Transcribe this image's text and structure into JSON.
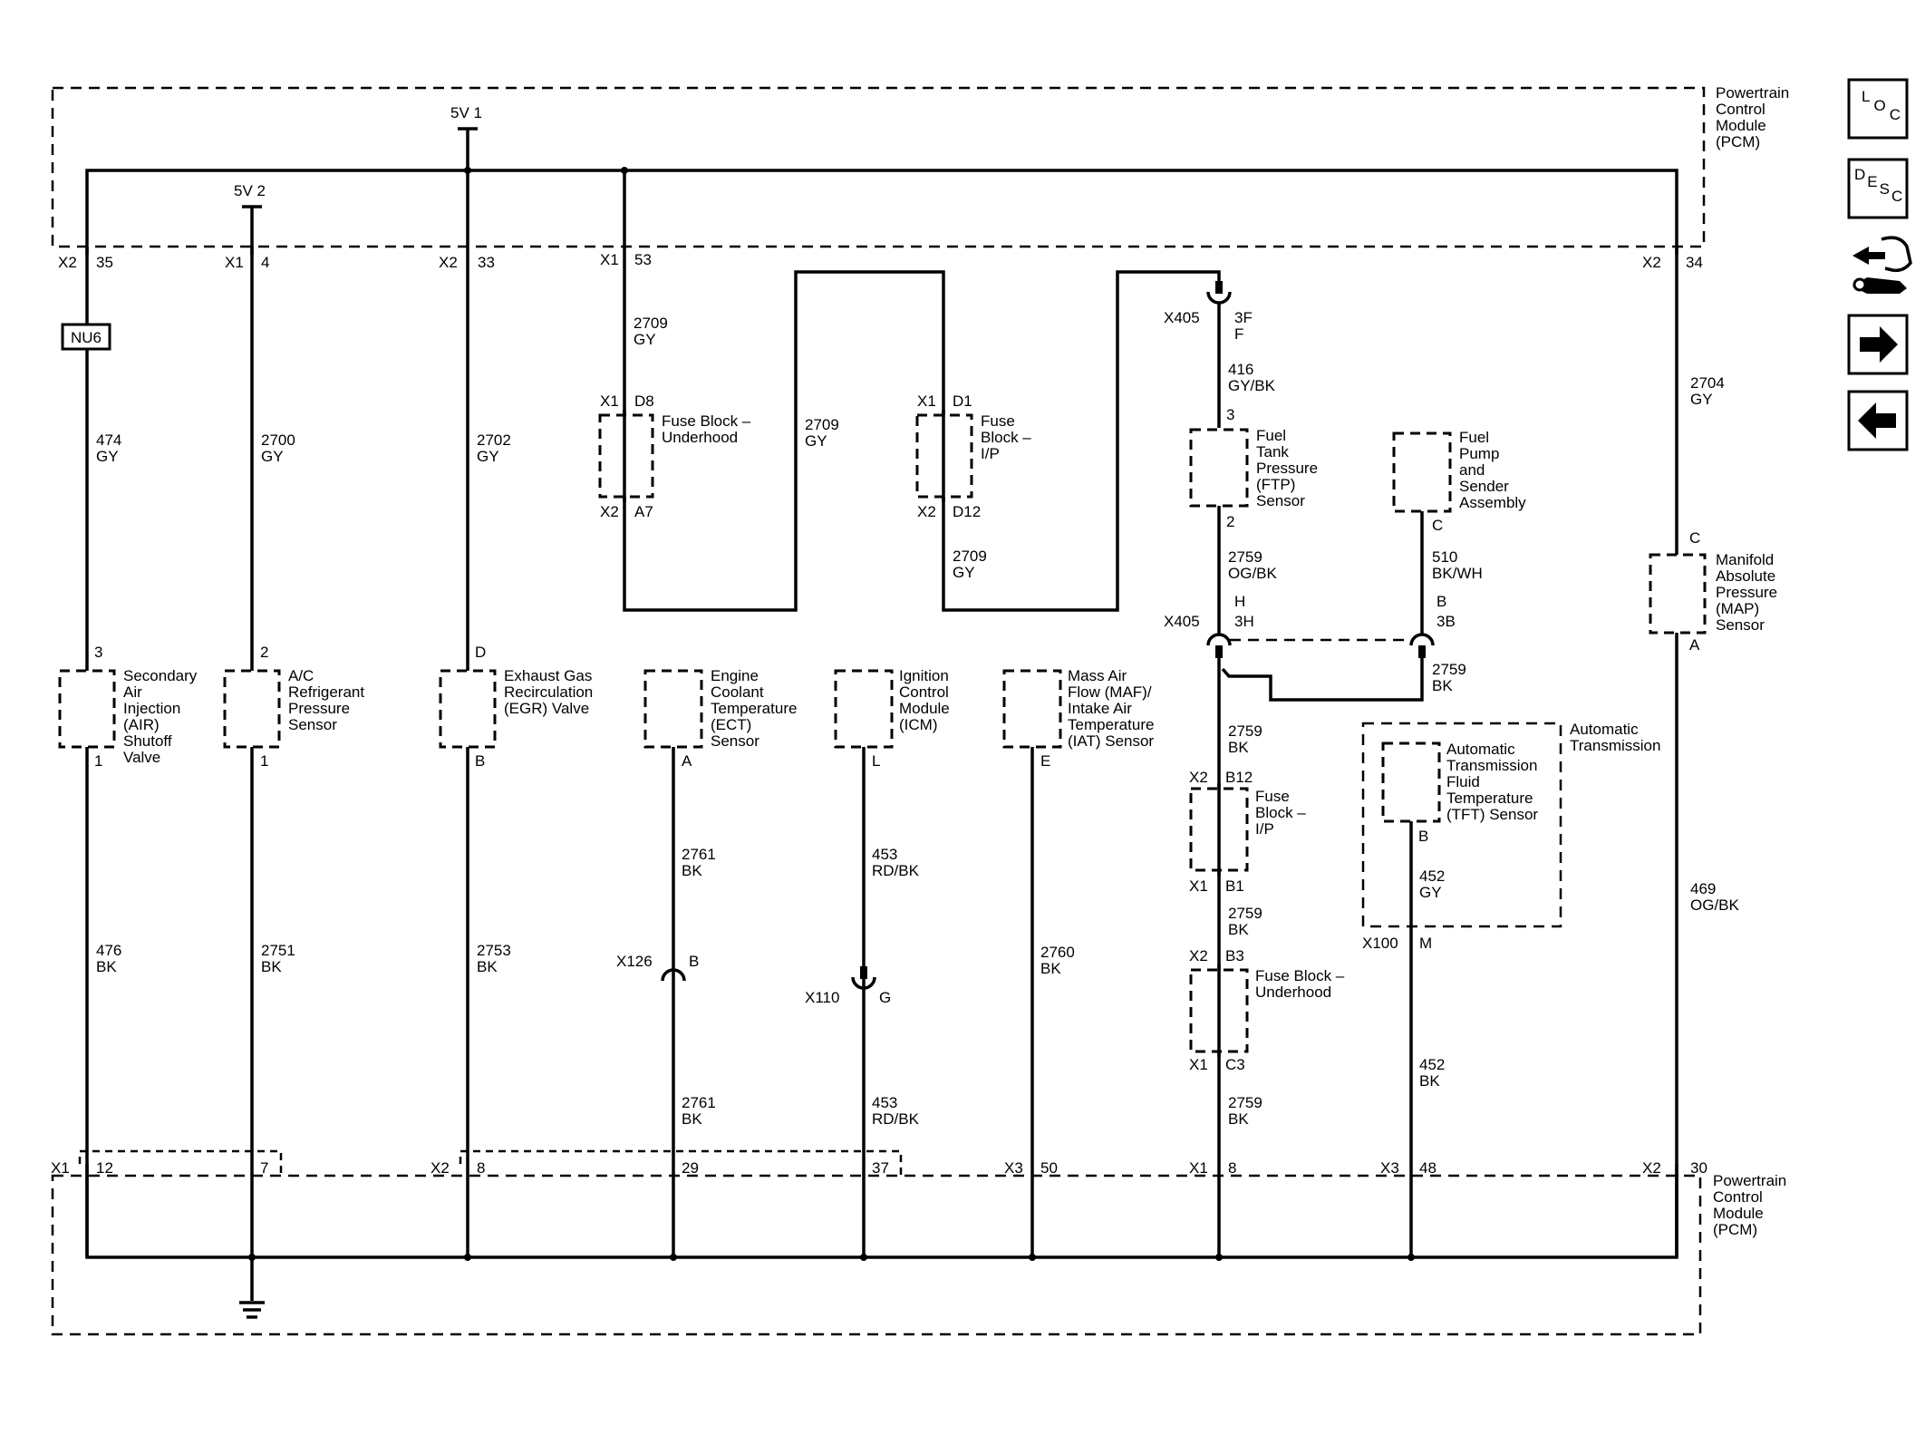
{
  "pcm_label": [
    "Powertrain",
    "Control",
    "Module",
    "(PCM)"
  ],
  "supplies": {
    "v5_1": "5V 1",
    "v5_2": "5V 2"
  },
  "top_pins": {
    "p35": [
      "X2",
      "35"
    ],
    "p4": [
      "X1",
      "4"
    ],
    "p33": [
      "X2",
      "33"
    ],
    "p53": [
      "X1",
      "53"
    ],
    "p34": [
      "X2",
      "34"
    ]
  },
  "bottom_pins": {
    "p12": [
      "X1",
      "12"
    ],
    "p7": [
      "7"
    ],
    "p8a": [
      "X2",
      "8"
    ],
    "p29": [
      "29"
    ],
    "p37": [
      "37"
    ],
    "p50": [
      "X3",
      "50"
    ],
    "p8b": [
      "X1",
      "8"
    ],
    "p48": [
      "X3",
      "48"
    ],
    "p30": [
      "X2",
      "30"
    ]
  },
  "option_box": "NU6",
  "wires": {
    "w474": [
      "474",
      "GY"
    ],
    "w2700": [
      "2700",
      "GY"
    ],
    "w2702": [
      "2702",
      "GY"
    ],
    "w2709a": [
      "2709",
      "GY"
    ],
    "w2709b": [
      "2709",
      "GY"
    ],
    "w2709c": [
      "2709",
      "GY"
    ],
    "w416": [
      "416",
      "GY/BK"
    ],
    "w2759a": [
      "2759",
      "OG/BK"
    ],
    "w510": [
      "510",
      "BK/WH"
    ],
    "w2704": [
      "2704",
      "GY"
    ],
    "w2759b": [
      "2759",
      "BK"
    ],
    "w2759c": [
      "2759",
      "BK"
    ],
    "w2759d": [
      "2759",
      "BK"
    ],
    "w2759e": [
      "2759",
      "BK"
    ],
    "w452a": [
      "452",
      "GY"
    ],
    "w476": [
      "476",
      "BK"
    ],
    "w2751": [
      "2751",
      "BK"
    ],
    "w2753": [
      "2753",
      "BK"
    ],
    "w2761a": [
      "2761",
      "BK"
    ],
    "w2761b": [
      "2761",
      "BK"
    ],
    "w453a": [
      "453",
      "RD/BK"
    ],
    "w453b": [
      "453",
      "RD/BK"
    ],
    "w2760": [
      "2760",
      "BK"
    ],
    "w452b": [
      "452",
      "BK"
    ],
    "w469": [
      "469",
      "OG/BK"
    ]
  },
  "fuse_blocks": {
    "uh1": {
      "label": [
        "Fuse Block –",
        "Underhood"
      ],
      "top": [
        "X1",
        "D8"
      ],
      "bottom": [
        "X2",
        "A7"
      ]
    },
    "ip1": {
      "label": [
        "Fuse",
        "Block –",
        "I/P"
      ],
      "top": [
        "X1",
        "D1"
      ],
      "bottom": [
        "X2",
        "D12"
      ]
    },
    "ip2": {
      "label": [
        "Fuse",
        "Block –",
        "I/P"
      ],
      "top": [
        "X2",
        "B12"
      ],
      "bottom": [
        "X1",
        "B1"
      ]
    },
    "uh2": {
      "label": [
        "Fuse Block –",
        "Underhood"
      ],
      "top": [
        "X2",
        "B3"
      ],
      "bottom": [
        "X1",
        "C3"
      ]
    }
  },
  "connectors": {
    "x405a": {
      "name": "X405",
      "pins": [
        "3F",
        "F"
      ]
    },
    "x405b": {
      "name": "X405",
      "left_pins": [
        "H",
        "3H"
      ],
      "right_pins": [
        "B",
        "3B"
      ]
    },
    "x126": {
      "name": "X126",
      "pin": "B"
    },
    "x110": {
      "name": "X110",
      "pin": "G"
    },
    "x100": {
      "name": "X100",
      "pin": "M"
    }
  },
  "components": {
    "air": {
      "label": [
        "Secondary",
        "Air",
        "Injection",
        "(AIR)",
        "Shutoff",
        "Valve"
      ],
      "top_pin": "3",
      "bottom_pin": "1"
    },
    "ac": {
      "label": [
        "A/C",
        "Refrigerant",
        "Pressure",
        "Sensor"
      ],
      "top_pin": "2",
      "bottom_pin": "1"
    },
    "egr": {
      "label": [
        "Exhaust Gas",
        "Recirculation",
        "(EGR) Valve"
      ],
      "top_pin": "D",
      "bottom_pin": "B"
    },
    "ect": {
      "label": [
        "Engine",
        "Coolant",
        "Temperature",
        "(ECT)",
        "Sensor"
      ],
      "bottom_pin": "A"
    },
    "icm": {
      "label": [
        "Ignition",
        "Control",
        "Module",
        "(ICM)"
      ],
      "bottom_pin": "L"
    },
    "maf": {
      "label": [
        "Mass Air",
        "Flow (MAF)/",
        "Intake Air",
        "Temperature",
        "(IAT) Sensor"
      ],
      "bottom_pin": "E"
    },
    "ftp": {
      "label": [
        "Fuel",
        "Tank",
        "Pressure",
        "(FTP)",
        "Sensor"
      ],
      "top_pin": "3",
      "bottom_pin": "2"
    },
    "pump": {
      "label": [
        "Fuel",
        "Pump",
        "and",
        "Sender",
        "Assembly"
      ],
      "bottom_pin": "C"
    },
    "map": {
      "label": [
        "Manifold",
        "Absolute",
        "Pressure",
        "(MAP)",
        "Sensor"
      ],
      "top_pin": "C",
      "bottom_pin": "A"
    },
    "trans": {
      "label": [
        "Automatic",
        "Transmission"
      ]
    },
    "tft": {
      "label": [
        "Automatic",
        "Transmission",
        "Fluid",
        "Temperature",
        "(TFT) Sensor"
      ],
      "bottom_pin": "B"
    }
  },
  "nav": {
    "loc": [
      "L",
      "O",
      "C"
    ],
    "desc": [
      "D",
      "E",
      "S",
      "C"
    ],
    "icons": [
      "location-icon",
      "description-icon",
      "connector-harness-icon",
      "next-arrow-icon",
      "previous-arrow-icon"
    ]
  }
}
